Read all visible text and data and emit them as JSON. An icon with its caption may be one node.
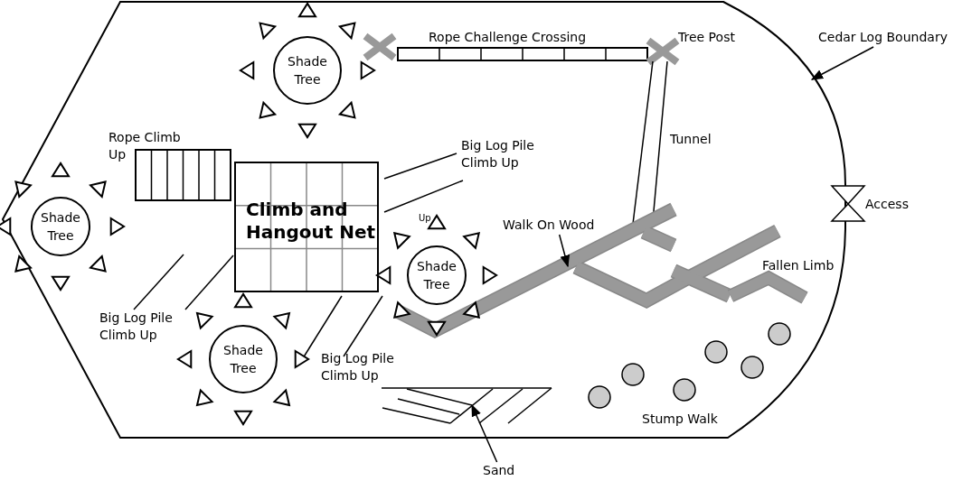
{
  "diagram": {
    "nodes": [
      {
        "text": [
          "Shade Tree"
        ]
      },
      {
        "text": [
          "Shade Tree"
        ]
      },
      {
        "text": [
          "Climb and Hangout Net"
        ]
      },
      {
        "text": [
          "Up",
          "Shade Tree"
        ]
      },
      {
        "text": [
          "Shade Tree"
        ]
      },
      {
        "text": [
          "Cedar Log Boundary"
        ]
      },
      {
        "text": [
          "Walk On Wood"
        ]
      },
      {
        "text": [
          "Sand"
        ]
      }
    ],
    "edges": [
      {
        "from": 5,
        "to": null,
        "arrow": "to"
      },
      {
        "from": 6,
        "to": null,
        "arrow": "to"
      },
      {
        "from": 7,
        "to": null,
        "arrow": "to"
      }
    ],
    "labels": [
      "Rope Challenge Crossing",
      "Tree Post",
      "Rope Climb Up",
      "Big Log Pile Climb Up",
      "Tunnel",
      "Access",
      "Fallen Limb",
      "Big Log Pile Climb Up",
      "Big Log Pile Climb Up",
      "Stump Walk"
    ]
  }
}
